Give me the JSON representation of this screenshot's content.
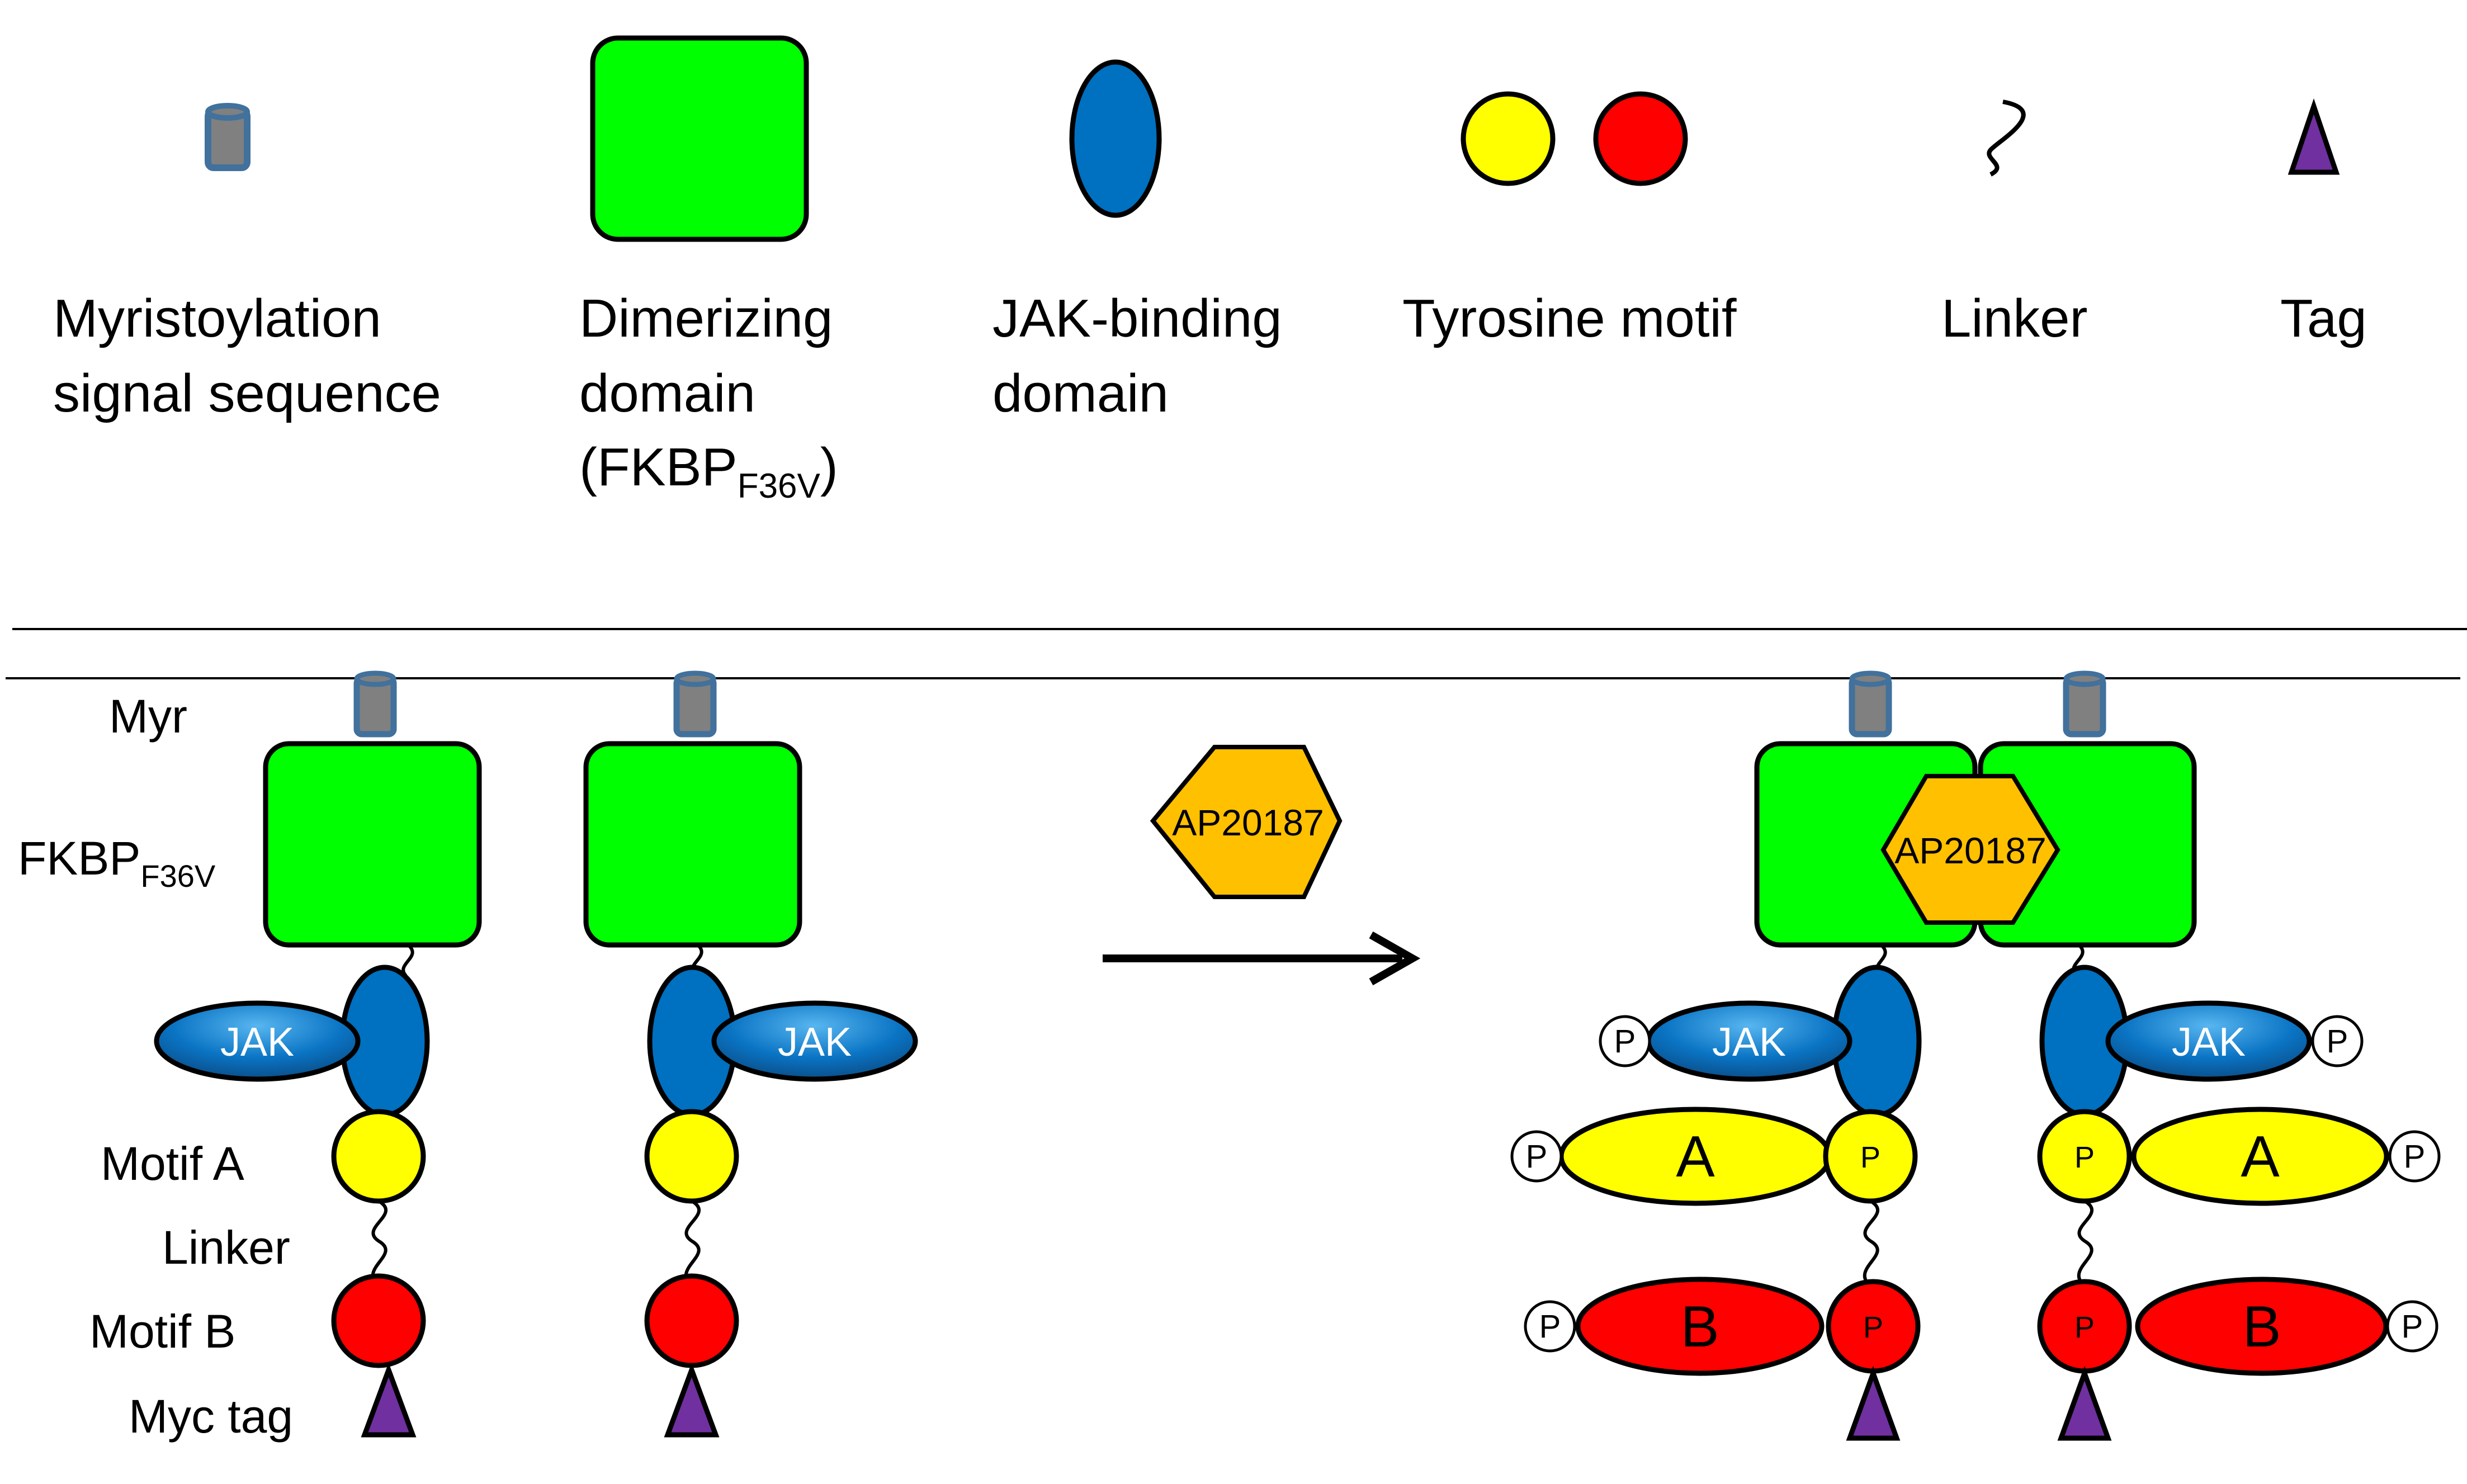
{
  "legend": {
    "myristoylation": {
      "line1": "Myristoylation",
      "line2": "signal sequence"
    },
    "dimerizing": {
      "line1": "Dimerizing",
      "line2": "domain",
      "line3_pre": "(FKBP",
      "line3_sub": "F36V",
      "line3_post": ")"
    },
    "jak_binding": {
      "line1": "JAK-binding",
      "line2": "domain"
    },
    "tyrosine": {
      "line1": "Tyrosine motif"
    },
    "linker": {
      "line1": "Linker"
    },
    "tag": {
      "line1": "Tag"
    }
  },
  "construct_labels": {
    "myr": "Myr",
    "fkbp": "FKBP",
    "fkbp_sub": "F36V",
    "motif_a": "Motif A",
    "linker": "Linker",
    "motif_b": "Motif B",
    "myc_tag": "Myc tag"
  },
  "jak_label": "JAK",
  "drug_label": "AP20187",
  "motif_a_letter": "A",
  "motif_b_letter": "B",
  "phospho_label": "P",
  "colors": {
    "green": "#00ff00",
    "blue": "#0070c0",
    "yellow": "#ffff00",
    "red": "#ff0000",
    "orange": "#ffc000",
    "purple": "#7030a0",
    "myr_gray": "#808080",
    "myr_border": "#41719c"
  }
}
